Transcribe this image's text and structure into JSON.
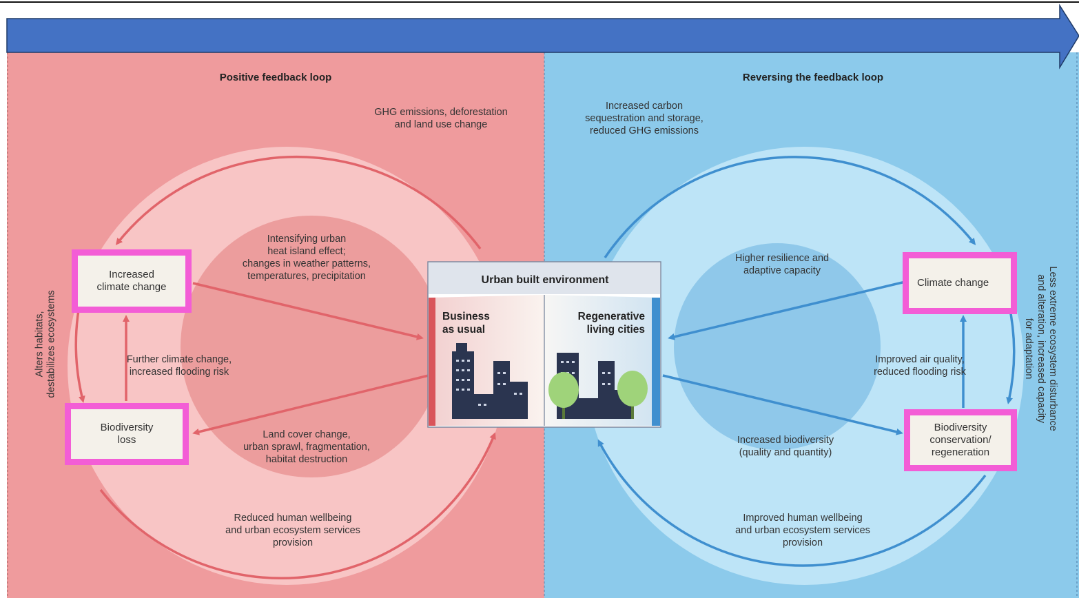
{
  "headers": {
    "left": "Positive feedback loop",
    "right": "Reversing the feedback loop"
  },
  "left_loop": {
    "top_label": "GHG emissions, deforestation\nand land use change",
    "upper_inner_label": "Intensifying urban\nheat island effect;\nchanges in weather patterns,\ntemperatures, precipitation",
    "middle_label": "Further climate change,\nincreased flooding risk",
    "lower_inner_label": "Land cover change,\nurban sprawl, fragmentation,\nhabitat destruction",
    "bottom_label": "Reduced human wellbeing\nand urban ecosystem services\nprovision",
    "side_label": "Alters habitats,\ndestabilizes ecosystems",
    "box_top": "Increased\nclimate change",
    "box_bottom": "Biodiversity\nloss"
  },
  "right_loop": {
    "top_label": "Increased carbon\nsequestration and storage,\nreduced GHG emissions",
    "upper_inner_label": "Higher resilience and\nadaptive capacity",
    "middle_label": "Improved air quality,\nreduced flooding risk",
    "lower_inner_label": "Increased biodiversity\n(quality and quantity)",
    "bottom_label": "Improved human wellbeing\nand urban ecosystem services\nprovision",
    "side_label": "Less extreme ecosystem disturbance\nand alteration, increased capacity\nfor adaptation",
    "box_top": "Climate change",
    "box_bottom": "Biodiversity\nconservation/\nregeneration"
  },
  "center": {
    "title": "Urban built environment",
    "left_label": "Business\nas usual",
    "right_label": "Regenerative\nliving cities"
  },
  "colors": {
    "banner_arrow": "#4472c4",
    "left_bg": "#ef9b9d",
    "left_circle": "#f8c5c5",
    "left_inner": "#ec9d9d",
    "left_arrow": "#e1646a",
    "right_bg": "#8ccaeb",
    "right_circle": "#bde4f7",
    "right_inner": "#8fc8ea",
    "right_arrow": "#3f8fcf",
    "highlight": "#f35dd6",
    "building": "#2b3550",
    "tree": "#9fd37a"
  }
}
